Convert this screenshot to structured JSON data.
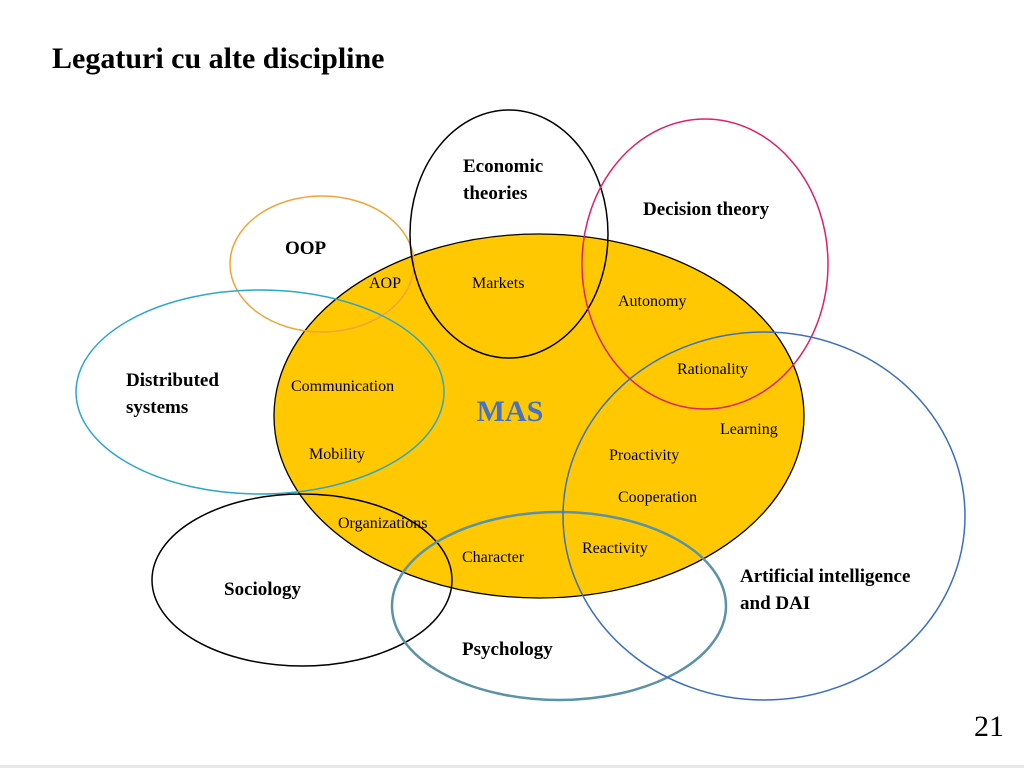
{
  "slide": {
    "title": "Legaturi cu alte discipline",
    "page_number": "21"
  },
  "diagram": {
    "center": "MAS",
    "colors": {
      "mas_fill": "#FFC800",
      "mas_text": "#4472C4",
      "oop": "#F2A33A",
      "economic": "#000000",
      "decision": "#E0206A",
      "distributed": "#2AA7C9",
      "sociology": "#000000",
      "psychology": "#5A93A8",
      "ai": "#3A6EC0"
    },
    "disciplines": {
      "economic_line1": "Economic",
      "economic_line2": "theories",
      "decision": "Decision theory",
      "oop": "OOP",
      "distributed_line1": "Distributed",
      "distributed_line2": "systems",
      "sociology": "Sociology",
      "psychology": "Psychology",
      "ai_line1": "Artificial intelligence",
      "ai_line2": "and DAI"
    },
    "concepts": {
      "aop": "AOP",
      "markets": "Markets",
      "autonomy": "Autonomy",
      "communication": "Communication",
      "rationality": "Rationality",
      "learning": "Learning",
      "mobility": "Mobility",
      "proactivity": "Proactivity",
      "cooperation": "Cooperation",
      "organizations": "Organizations",
      "character": "Character",
      "reactivity": "Reactivity"
    }
  }
}
